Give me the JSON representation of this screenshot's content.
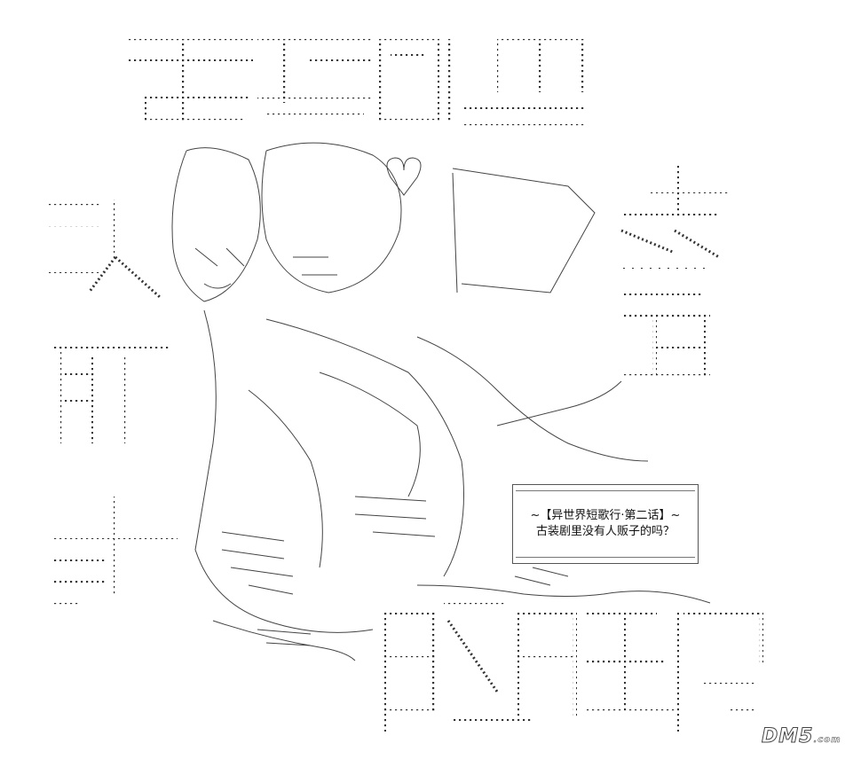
{
  "caption": {
    "line1": "~【异世界短歌行·第二话】~",
    "line2": "古装剧里没有人贩子的吗？"
  },
  "watermark": {
    "main": "DM5",
    "suffix": ".com"
  },
  "colors": {
    "ink": "#222222",
    "background": "#ffffff"
  }
}
